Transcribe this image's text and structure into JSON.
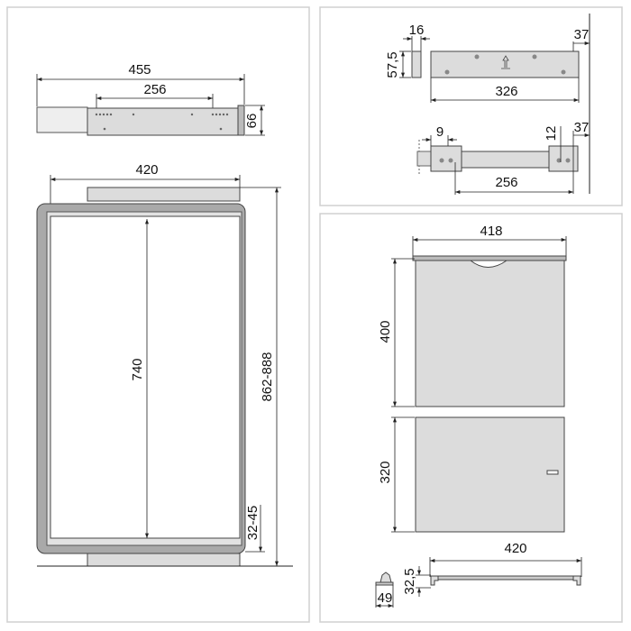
{
  "drawing": {
    "panels": [
      "drawer-frame",
      "brackets-and-rail",
      "panels-and-bar"
    ],
    "colors": {
      "part_fill": "#dcdcdc",
      "frame_fill": "#a9a9a9",
      "line": "#222222",
      "panel_border": "#d0d0d0"
    },
    "left": {
      "overall_length": "455",
      "hole_spacing": "256",
      "rail_height": "66",
      "frame_width": "420",
      "inner_height": "740",
      "total_height": "862-888",
      "bottom_offset": "32-45"
    },
    "top_right": {
      "thickness": "16",
      "bracket_height": "57,5",
      "bracket_length": "326",
      "wall_offset_top": "37",
      "left_offset": "9",
      "right_offset": "12",
      "wall_offset_bottom": "37",
      "rail_hole_spacing": "256"
    },
    "bottom_right": {
      "panel_width": "418",
      "panel_height": "400",
      "panel2_height": "320",
      "bar_length": "420",
      "bar_height": "32,5",
      "profile_width": "49"
    }
  }
}
